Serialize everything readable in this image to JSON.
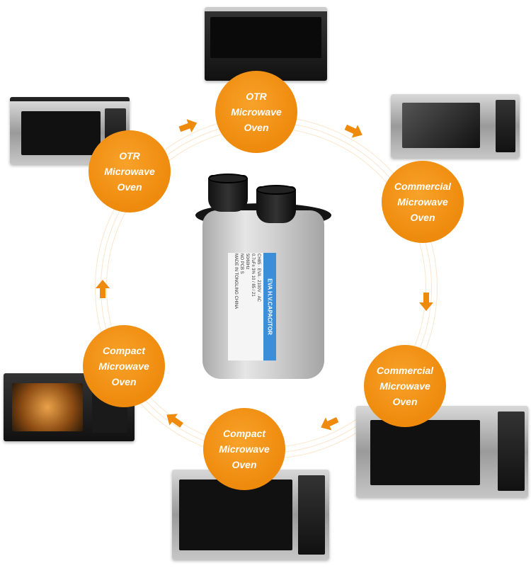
{
  "center_product": {
    "brand": "EVA",
    "title": "H.V.CAPACITOR",
    "spec_lines": [
      "CH85 · EVA · 2100V · AC",
      "0.7uF± 3%    10 / 85 / 21",
      "50/60Hz",
      "NO PCB   S",
      "MADE IN TONGLING CHINA"
    ]
  },
  "nodes": [
    {
      "line1": "OTR",
      "line2": "Microwave",
      "line3": "Oven"
    },
    {
      "line1": "Commercial",
      "line2": "Microwave",
      "line3": "Oven"
    },
    {
      "line1": "Commercial",
      "line2": "Microwave",
      "line3": "Oven"
    },
    {
      "line1": "Compact",
      "line2": "Microwave",
      "line3": "Oven"
    },
    {
      "line1": "Compact",
      "line2": "Microwave",
      "line3": "Oven"
    },
    {
      "line1": "OTR",
      "line2": "Microwave",
      "line3": "Oven"
    }
  ],
  "colors": {
    "accent": "#EE8A0C",
    "label_blue": "#3A8FD8"
  }
}
